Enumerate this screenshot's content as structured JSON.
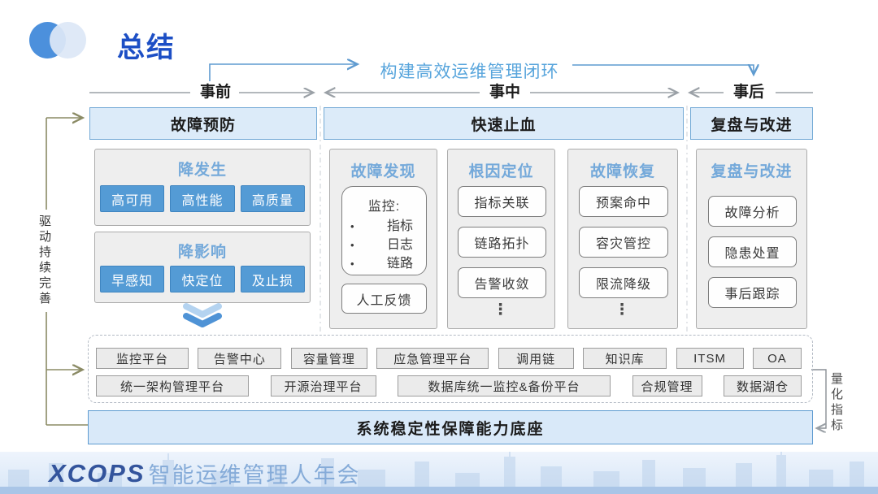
{
  "page": {
    "title": "总结"
  },
  "loop": {
    "label": "构建高效运维管理闭环"
  },
  "phases": {
    "before": "事前",
    "during": "事中",
    "after": "事后"
  },
  "headers": {
    "prevention": "故障预防",
    "stop_bleeding": "快速止血",
    "review": "复盘与改进"
  },
  "driver": {
    "label": "驱动持续完善"
  },
  "metric": {
    "label": "量化指标"
  },
  "prevention": {
    "occurrence": {
      "title": "降发生",
      "pills": [
        "高可用",
        "高性能",
        "高质量"
      ]
    },
    "impact": {
      "title": "降影响",
      "pills": [
        "早感知",
        "快定位",
        "及止损"
      ]
    }
  },
  "columns": [
    {
      "title": "故障发现",
      "monitor": {
        "label": "监控:",
        "bullet_char": "•",
        "bullets": [
          "指标",
          "日志",
          "链路"
        ]
      },
      "extra": "人工反馈"
    },
    {
      "title": "根因定位",
      "items": [
        "指标关联",
        "链路拓扑",
        "告警收敛"
      ],
      "ellipsis": "⋮"
    },
    {
      "title": "故障恢复",
      "items": [
        "预案命中",
        "容灾管控",
        "限流降级"
      ],
      "ellipsis": "⋮"
    },
    {
      "title": "复盘与改进",
      "items": [
        "故障分析",
        "隐患处置",
        "事后跟踪"
      ]
    }
  ],
  "platforms": {
    "row1": [
      "监控平台",
      "告警中心",
      "容量管理",
      "应急管理平台",
      "调用链",
      "知识库",
      "ITSM",
      "OA"
    ],
    "row2": [
      "统一架构管理平台",
      "开源治理平台",
      "数据库统一监控&备份平台",
      "合规管理",
      "数据湖仓"
    ]
  },
  "foundation": {
    "label": "系统稳定性保障能力底座"
  },
  "footer": {
    "brand": "XCOPS",
    "event": "智能运维管理人年会"
  },
  "colors": {
    "title_blue": "#1d4fc5",
    "loop_text_blue": "#58a5dc",
    "loop_line_blue": "#5f9bd0",
    "header_fill": "#dcebf9",
    "header_border": "#74aad6",
    "section_title_blue": "#74a9da",
    "pill_blue": "#549bd5",
    "gray_fill": "#eeeeee",
    "olive_line": "#8b8b65",
    "arrow_gray": "#9aa0a6",
    "foundation_fill": "#d9e9f9",
    "footer_band": "#d7e6f7",
    "brand_blue": "#33549c"
  }
}
